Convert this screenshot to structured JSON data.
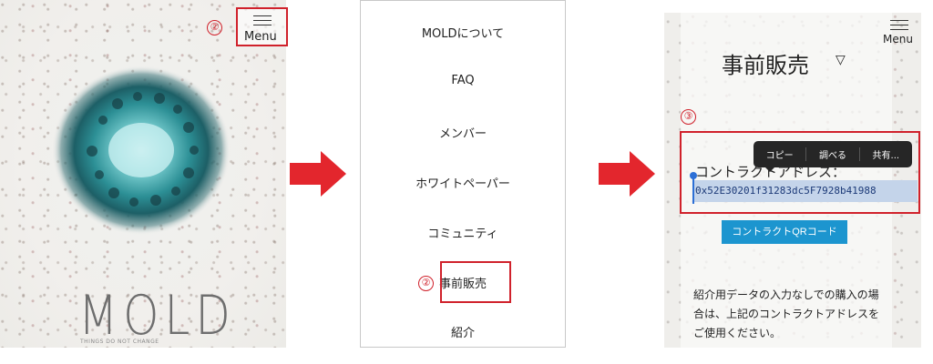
{
  "panel1": {
    "step": "②",
    "menu_label": "Menu",
    "logo_text": "MOLD",
    "tagline": "THINGS DO NOT CHANGE"
  },
  "panel2": {
    "items": [
      "MOLDについて",
      "FAQ",
      "メンバー",
      "ホワイトペーパー",
      "コミュニティ",
      "事前販売",
      "紹介"
    ],
    "step": "②"
  },
  "panel3": {
    "menu_label": "Menu",
    "title": "事前販売",
    "caret": "▽",
    "step": "③",
    "context_menu": [
      "コピー",
      "調べる",
      "共有..."
    ],
    "contract_label": "コントラクトアドレス：",
    "contract_address": "0x52E30201f31283dc5F7928b41988",
    "qr_button": "コントラクトQRコード",
    "note": "紹介用データの入力なしでの購入の場合は、上記のコントラクトアドレスをご使用ください。"
  },
  "colors": {
    "highlight_red": "#d0212b",
    "arrow_red": "#e3262d",
    "button_blue": "#1c95cf",
    "selection_blue": "#c4d4ea",
    "context_menu_bg": "#262626"
  },
  "icons": [
    "hamburger-icon",
    "right-arrow-icon",
    "caret-down-icon"
  ]
}
